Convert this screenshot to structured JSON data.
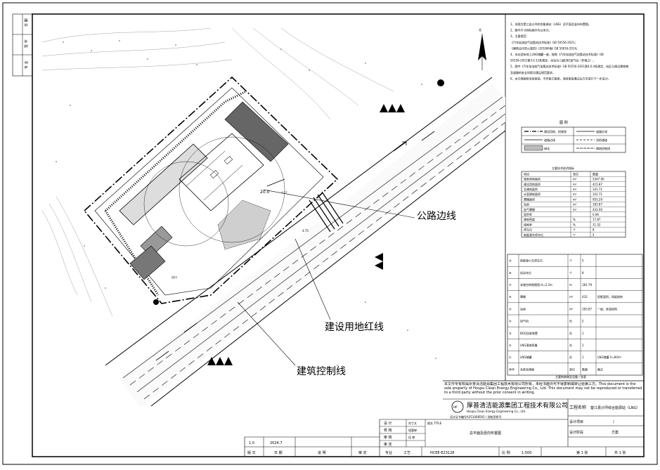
{
  "callouts": {
    "road_edge": "公路边线",
    "red_line": "建设用地红线",
    "building_line": "建筑控制线"
  },
  "north": "北",
  "labels": {
    "entrance": "入口",
    "exit": "出口",
    "scale_20": "20.0",
    "road_width": "4.75"
  },
  "notes": {
    "lines": [
      "1、本图为楚江县沙坪综合能源站（LNG）总平面及竖向布置图。",
      "2、图中尺寸除标高外均以米计。",
      "3、主要规范：",
      "《汽车加油加气加氢站技术标准》GB 50156-2021；",
      "《建筑设计防火规范》(2018年版) GB 50016-2014。",
      "4、本站设有地上LNG储罐一座，按照《汽车加油加气加氢站技术标准》GB",
      "50156-2021第3.0.12条规定，本站为三级LNG加气站（非独立）。",
      "5、图中《汽车加油加气加氢站技术标准》GB 50156-2021第4.0.4条规定，站区与周边建筑物",
      "及道路的安全间距均满足规范要求。",
      "6、本方案图纸未经审批，不作施工图用，须经审批通过后方可进行下一步设计。"
    ]
  },
  "legend": {
    "title": "图 例",
    "items": [
      "建设用地、控规线",
      "道路红线",
      "道路边线",
      "消防通道",
      "绿化",
      "建筑控制线"
    ]
  },
  "econ_table": {
    "title": "主要技术经济指标",
    "headers": [
      "项目",
      "单位",
      "数量"
    ],
    "rows": [
      [
        "规划用地面积",
        "m²",
        "5347.00"
      ],
      [
        "建设用地面积",
        "m²",
        "415.87"
      ],
      [
        "总建筑面积",
        "m²",
        "331.71"
      ],
      [
        "计容建筑面积",
        "m²",
        "331.71"
      ],
      [
        "罩棚面积",
        "m²",
        "955.29"
      ],
      [
        "站房",
        "m²",
        "183.87"
      ],
      [
        "加气罩棚",
        "m²",
        "432.00"
      ],
      [
        "容积率",
        "",
        "0.06"
      ],
      [
        "建筑密度",
        "%",
        "17.87"
      ],
      [
        "绿地率",
        "%",
        "11.52"
      ],
      [
        "停车位",
        "个",
        "8"
      ],
      [
        "新能源车停车位",
        "个",
        "5"
      ]
    ]
  },
  "equip_table": {
    "headers": [
      "序号",
      "名称及规格",
      "单位",
      "数量",
      "备注"
    ],
    "rows": [
      [
        "⑨",
        "新能源小车停车位",
        "个",
        "5",
        ""
      ],
      [
        "⑧",
        "机动车位",
        "个",
        "8",
        ""
      ],
      [
        "⑦",
        "非镂空砖砌围墙 H=2.2m",
        "m",
        "181.79",
        ""
      ],
      [
        "⑥",
        "罩棚",
        "m²",
        "432",
        "投影面积，网架结构"
      ],
      [
        "⑤",
        "站房",
        "m²",
        "183.87",
        "一层，砖混结构"
      ],
      [
        "④",
        "加气机",
        "台",
        "2",
        ""
      ],
      [
        "③",
        "BOG回收装置",
        "台",
        "1",
        ""
      ],
      [
        "②",
        "LNG潜液泵撬",
        "台",
        "1",
        ""
      ],
      [
        "①",
        "LNG储罐",
        "台",
        "1",
        "LNG储罐 V=60m³"
      ]
    ],
    "footer": "主要构筑物及设备一览表"
  },
  "title_block": {
    "copyright": "本文件专有权属厚普清洁能源集团工程技术有限公司所有，未经书面许可不得复制或转让给第三方。This document is the sole property of Houpu Clean Energy Engineering Co., Ltd. This document may not be reproduced or transferred to a third party without the prior consent in writing.",
    "company_cn": "厚普清洁能源集团工程技术有限公司",
    "company_en": "Houpu Clean Energy Engineering Co., Ltd.",
    "license": "设计证书编号A251008592 / 测绘资质号",
    "project_label": "工程名称",
    "project_name": "楚江县沙坪综合能源站（LNG）",
    "subitem_label": "设计项目",
    "subitem": "/",
    "stage_label": "设计阶段",
    "stage": "方案",
    "drawing_title_label": "图名 TITLE",
    "drawing_title": "总平面及竖向布置图",
    "roles": [
      {
        "role": "设 计",
        "name": "肖丁文"
      },
      {
        "role": "校 核",
        "name": "程惠婷"
      },
      {
        "role": "审 核",
        "name": "佳 婷"
      },
      {
        "role": "审 定",
        "name": ""
      }
    ],
    "revision": {
      "no": "1.0",
      "date": "2024.7"
    },
    "rev_headers": [
      "版 次",
      "日 期",
      "说 明",
      "审 定"
    ],
    "discipline_label": "专业",
    "discipline": "工艺",
    "drawing_no": "HCEE-E23128",
    "scale_label": "比 例",
    "scale": "1:500",
    "sheet": "第 1 张",
    "total": "共 1 张"
  },
  "left_strip": [
    "日 期",
    "签 字",
    "专 业"
  ]
}
